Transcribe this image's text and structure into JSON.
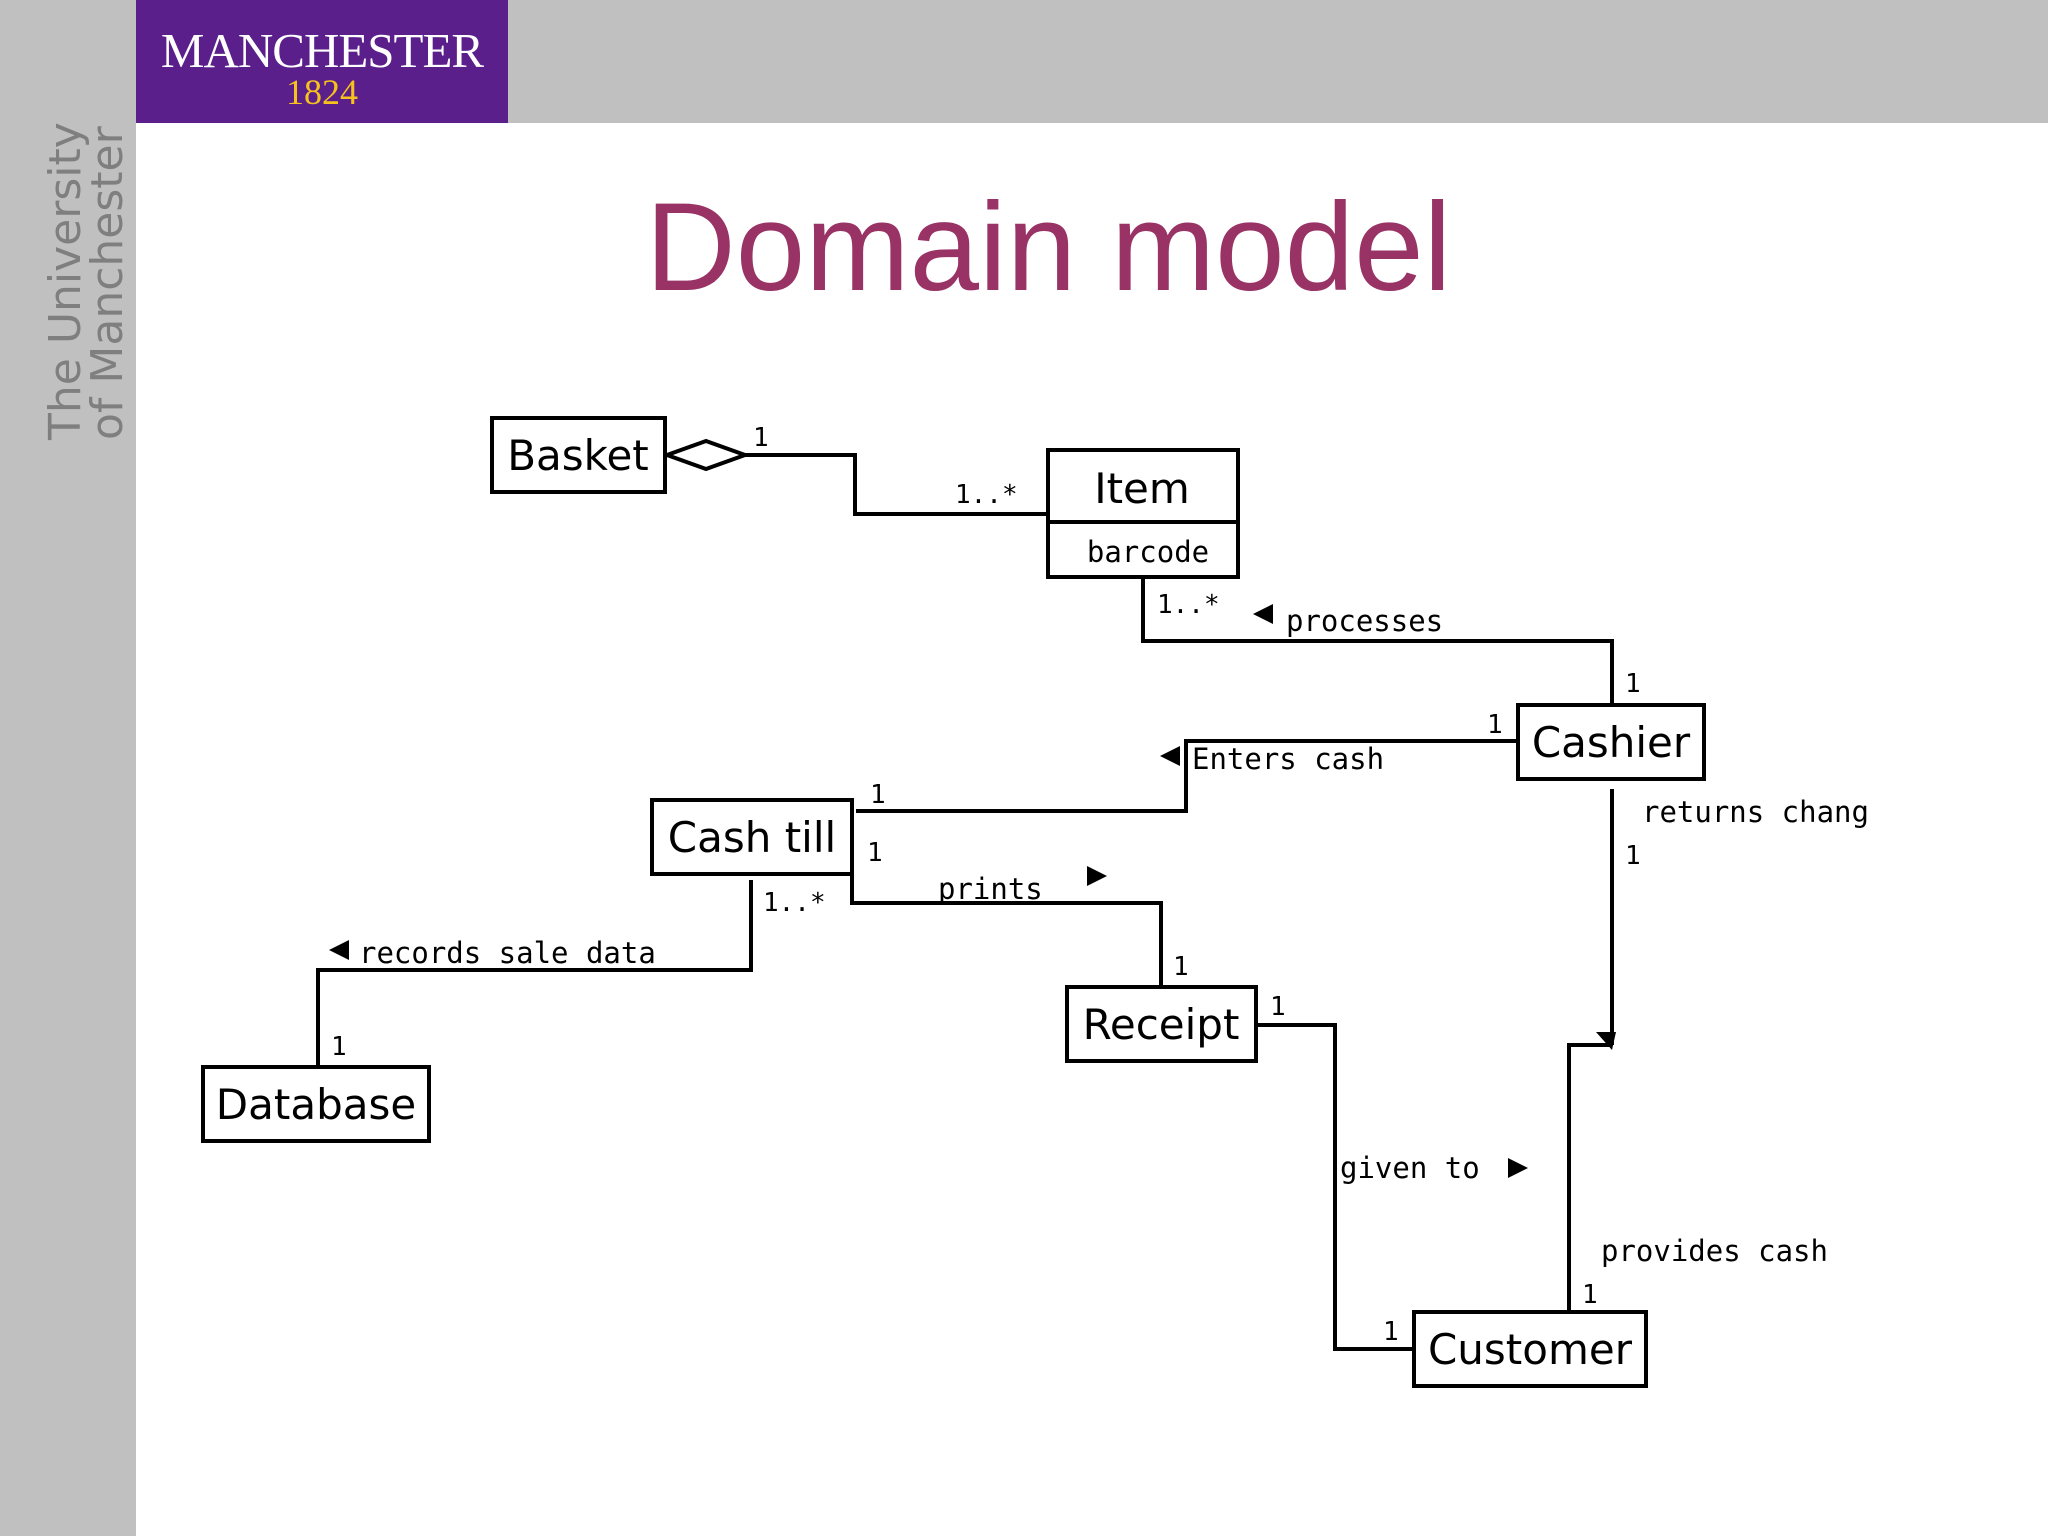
{
  "slide": {
    "title": "Domain model",
    "logo_word": "MANCHESTER",
    "logo_year": "1824",
    "university_line1": "The University",
    "university_line2": "of Manchester"
  },
  "diagram": {
    "classes": {
      "basket": "Basket",
      "item": "Item",
      "item_attribute": "barcode",
      "cashier": "Cashier",
      "cash_till": "Cash till",
      "receipt": "Receipt",
      "database": "Database",
      "customer": "Customer"
    },
    "associations": {
      "basket_item": {
        "mult_basket": "1",
        "mult_item": "1..*"
      },
      "processes": {
        "label": "processes",
        "mult_item": "1..*",
        "mult_cashier": "1"
      },
      "enters_cash": {
        "label": "Enters cash",
        "mult_cashier": "1",
        "mult_till": "1"
      },
      "returns_change": {
        "label": "returns chang",
        "mult_cashier": "1"
      },
      "prints": {
        "label": "prints",
        "mult_till": "1",
        "mult_receipt": "1"
      },
      "records_sale_data": {
        "label": "records sale data",
        "mult_till": "1..*",
        "mult_database": "1"
      },
      "given_to": {
        "label": "given to",
        "mult_receipt": "1",
        "mult_customer": "1"
      },
      "provides_cash": {
        "label": "provides cash",
        "mult_customer": "1"
      }
    }
  }
}
